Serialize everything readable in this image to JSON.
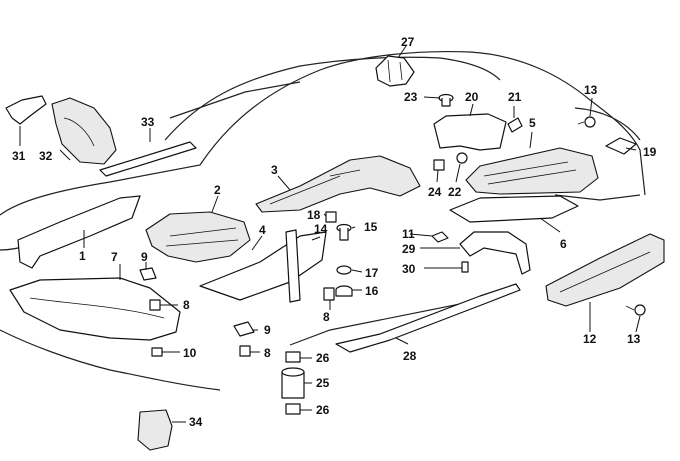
{
  "diagram": {
    "callouts": [
      {
        "key": "p27",
        "label": "27"
      },
      {
        "key": "p23",
        "label": "23"
      },
      {
        "key": "p20",
        "label": "20"
      },
      {
        "key": "p21",
        "label": "21"
      },
      {
        "key": "p13a",
        "label": "13"
      },
      {
        "key": "p5",
        "label": "5"
      },
      {
        "key": "p19",
        "label": "19"
      },
      {
        "key": "p31",
        "label": "31"
      },
      {
        "key": "p32",
        "label": "32"
      },
      {
        "key": "p33",
        "label": "33"
      },
      {
        "key": "p3",
        "label": "3"
      },
      {
        "key": "p24",
        "label": "24"
      },
      {
        "key": "p22",
        "label": "22"
      },
      {
        "key": "p2",
        "label": "2"
      },
      {
        "key": "p18",
        "label": "18"
      },
      {
        "key": "p15",
        "label": "15"
      },
      {
        "key": "p4",
        "label": "4"
      },
      {
        "key": "p14",
        "label": "14"
      },
      {
        "key": "p11",
        "label": "11"
      },
      {
        "key": "p29",
        "label": "29"
      },
      {
        "key": "p6",
        "label": "6"
      },
      {
        "key": "p1",
        "label": "1"
      },
      {
        "key": "p7",
        "label": "7"
      },
      {
        "key": "p9a",
        "label": "9"
      },
      {
        "key": "p17",
        "label": "17"
      },
      {
        "key": "p30",
        "label": "30"
      },
      {
        "key": "p16",
        "label": "16"
      },
      {
        "key": "p8a",
        "label": "8"
      },
      {
        "key": "p8b",
        "label": "8"
      },
      {
        "key": "p9b",
        "label": "9"
      },
      {
        "key": "p12",
        "label": "12"
      },
      {
        "key": "p13b",
        "label": "13"
      },
      {
        "key": "p10",
        "label": "10"
      },
      {
        "key": "p8c",
        "label": "8"
      },
      {
        "key": "p26a",
        "label": "26"
      },
      {
        "key": "p28",
        "label": "28"
      },
      {
        "key": "p25",
        "label": "25"
      },
      {
        "key": "p26b",
        "label": "26"
      },
      {
        "key": "p34",
        "label": "34"
      }
    ]
  }
}
